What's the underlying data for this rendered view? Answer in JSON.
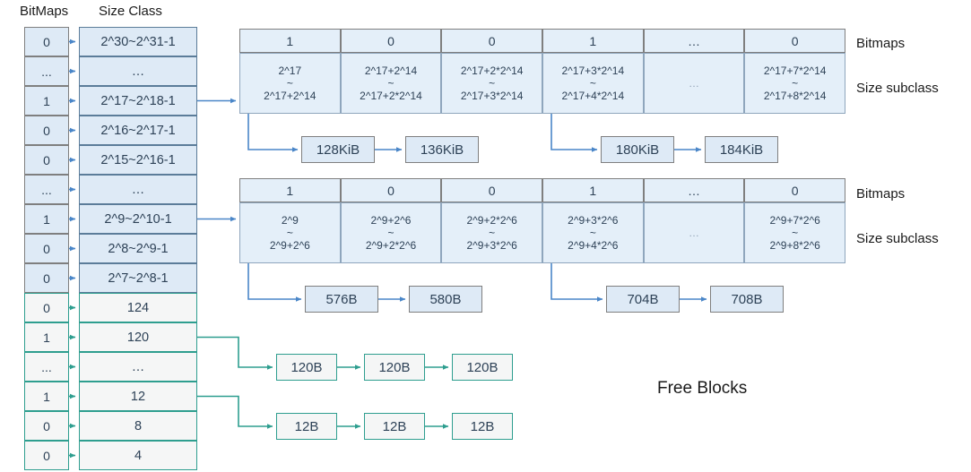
{
  "headers": {
    "bitmaps": "BitMaps",
    "size_class": "Size Class"
  },
  "side_labels": {
    "bitmaps": "Bitmaps",
    "size_subclass": "Size subclass"
  },
  "free_blocks_label": "Free Blocks",
  "colors": {
    "blue_fill": "#deeaf6",
    "blue_fill_light": "#e4eff9",
    "blue_border": "#7f7f7f",
    "blue_arrow": "#4a86c8",
    "green_fill": "#f5f6f6",
    "green_border": "#2e9e8f",
    "green_arrow": "#2e9e8f",
    "text": "#2e4257"
  },
  "left_table": {
    "rows": [
      {
        "bit": "0",
        "size_class": "2^30~2^31-1",
        "theme": "blue"
      },
      {
        "bit": "...",
        "size_class": "…",
        "theme": "blue"
      },
      {
        "bit": "1",
        "size_class": "2^17~2^18-1",
        "theme": "blue"
      },
      {
        "bit": "0",
        "size_class": "2^16~2^17-1",
        "theme": "blue"
      },
      {
        "bit": "0",
        "size_class": "2^15~2^16-1",
        "theme": "blue"
      },
      {
        "bit": "...",
        "size_class": "…",
        "theme": "blue"
      },
      {
        "bit": "1",
        "size_class": "2^9~2^10-1",
        "theme": "blue"
      },
      {
        "bit": "0",
        "size_class": "2^8~2^9-1",
        "theme": "blue"
      },
      {
        "bit": "0",
        "size_class": "2^7~2^8-1",
        "theme": "blue"
      },
      {
        "bit": "0",
        "size_class": "124",
        "theme": "green"
      },
      {
        "bit": "1",
        "size_class": "120",
        "theme": "green"
      },
      {
        "bit": "...",
        "size_class": "…",
        "theme": "green"
      },
      {
        "bit": "1",
        "size_class": "12",
        "theme": "green"
      },
      {
        "bit": "0",
        "size_class": "8",
        "theme": "green"
      },
      {
        "bit": "0",
        "size_class": "4",
        "theme": "green"
      }
    ]
  },
  "bitmap_tables": [
    {
      "id": "table-2p17",
      "bits": [
        "1",
        "0",
        "0",
        "1",
        "…",
        "0"
      ],
      "subclasses": [
        {
          "from": "2^17",
          "tilde": "~",
          "to": "2^17+2^14"
        },
        {
          "from": "2^17+2^14",
          "tilde": "~",
          "to": "2^17+2*2^14"
        },
        {
          "from": "2^17+2*2^14",
          "tilde": "~",
          "to": "2^17+3*2^14"
        },
        {
          "from": "2^17+3*2^14",
          "tilde": "~",
          "to": "2^17+4*2^14"
        },
        {
          "from": "",
          "tilde": "…",
          "to": ""
        },
        {
          "from": "2^17+7*2^14",
          "tilde": "~",
          "to": "2^17+8*2^14"
        }
      ],
      "free_lists": [
        {
          "from_column": 0,
          "blocks": [
            "128KiB",
            "136KiB"
          ]
        },
        {
          "from_column": 3,
          "blocks": [
            "180KiB",
            "184KiB"
          ]
        }
      ]
    },
    {
      "id": "table-2p9",
      "bits": [
        "1",
        "0",
        "0",
        "1",
        "…",
        "0"
      ],
      "subclasses": [
        {
          "from": "2^9",
          "tilde": "~",
          "to": "2^9+2^6"
        },
        {
          "from": "2^9+2^6",
          "tilde": "~",
          "to": "2^9+2*2^6"
        },
        {
          "from": "2^9+2*2^6",
          "tilde": "~",
          "to": "2^9+3*2^6"
        },
        {
          "from": "2^9+3*2^6",
          "tilde": "~",
          "to": "2^9+4*2^6"
        },
        {
          "from": "",
          "tilde": "…",
          "to": ""
        },
        {
          "from": "2^9+7*2^6",
          "tilde": "~",
          "to": "2^9+8*2^6"
        }
      ],
      "free_lists": [
        {
          "from_column": 0,
          "blocks": [
            "576B",
            "580B"
          ]
        },
        {
          "from_column": 3,
          "blocks": [
            "704B",
            "708B"
          ]
        }
      ]
    }
  ],
  "small_free_lists": [
    {
      "from_row": 10,
      "blocks": [
        "120B",
        "120B",
        "120B"
      ]
    },
    {
      "from_row": 12,
      "blocks": [
        "12B",
        "12B",
        "12B"
      ]
    }
  ]
}
